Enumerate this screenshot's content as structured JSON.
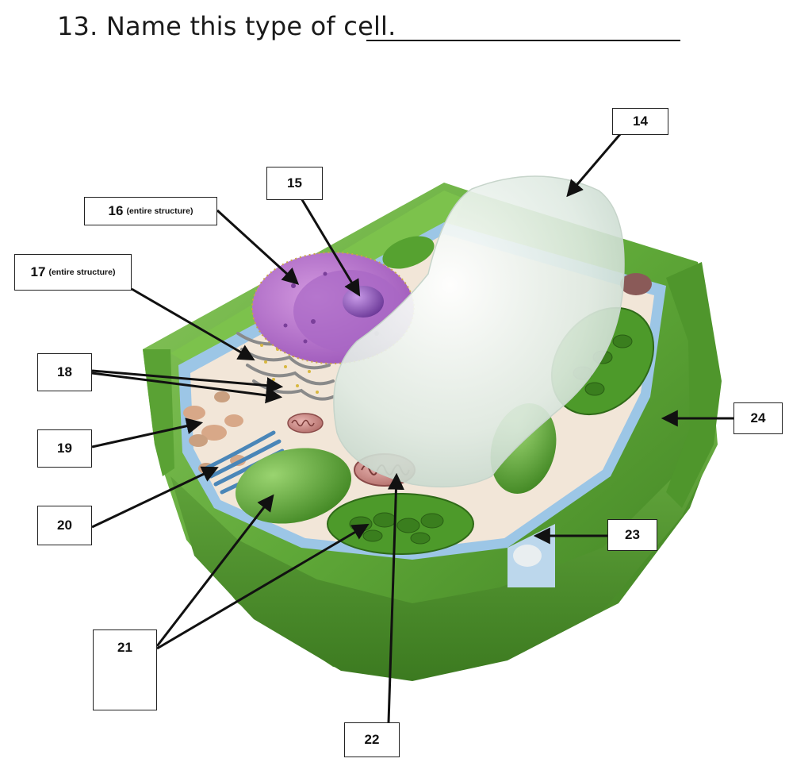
{
  "question": {
    "text": "13.  Name this type of cell."
  },
  "labels": [
    {
      "id": "14",
      "number": "14",
      "note": ""
    },
    {
      "id": "15",
      "number": "15",
      "note": ""
    },
    {
      "id": "16",
      "number": "16",
      "note": "(entire structure)"
    },
    {
      "id": "17",
      "number": "17",
      "note": "(entire structure)"
    },
    {
      "id": "18",
      "number": "18",
      "note": ""
    },
    {
      "id": "19",
      "number": "19",
      "note": ""
    },
    {
      "id": "20",
      "number": "20",
      "note": ""
    },
    {
      "id": "21",
      "number": "21",
      "note": ""
    },
    {
      "id": "22",
      "number": "22",
      "note": ""
    },
    {
      "id": "23",
      "number": "23",
      "note": ""
    },
    {
      "id": "24",
      "number": "24",
      "note": ""
    }
  ],
  "colors": {
    "cell_wall": "#5fa838",
    "cell_wall_dark": "#3f7f22",
    "vacuole": "#d8e6dc",
    "nucleus": "#b070c8",
    "nucleolus": "#8a4fb0",
    "chloroplast": "#4f9a2c",
    "mitochondrion": "#c98a8a",
    "cytoplasm": "#f2e6d8",
    "membrane_blue": "#9cc6e6"
  }
}
